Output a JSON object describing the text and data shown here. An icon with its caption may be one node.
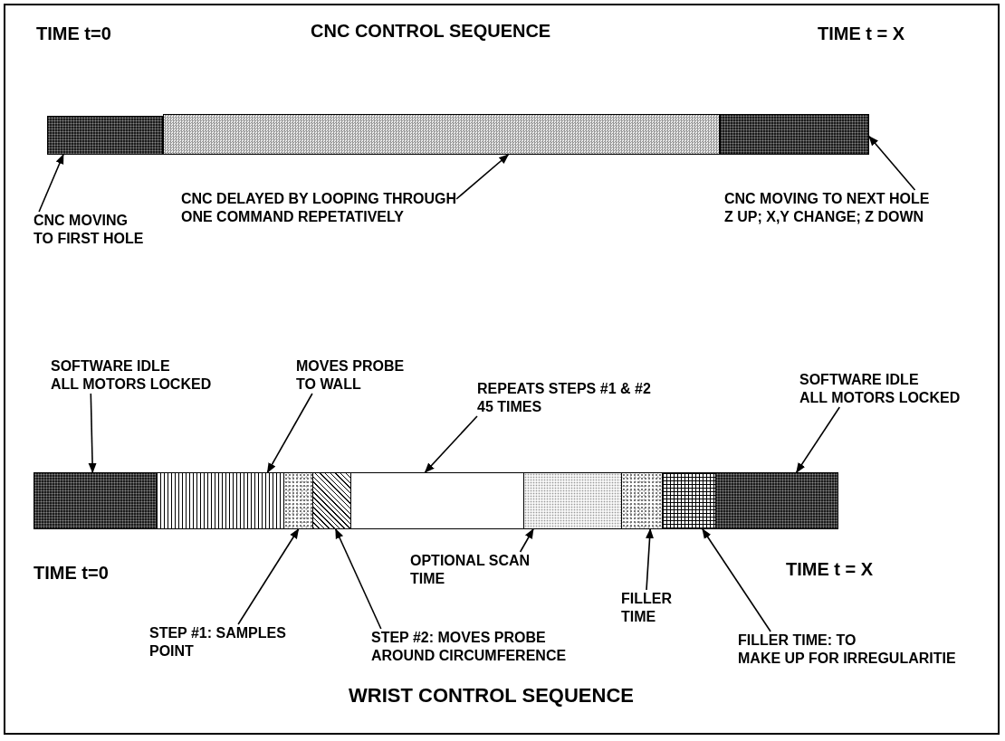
{
  "diagram": {
    "nodes": [
      {
        "text": [],
        "shape": "bar"
      },
      {
        "text": [],
        "shape": "bar"
      },
      {
        "text": [],
        "shape": "bar"
      },
      {
        "text": [
          "CNC MOVING TO FIRST HOLE"
        ]
      },
      {
        "text": [
          "CNC DELAYED BY LOOPING THROUGH ONE COMMAND REPETATIVELY"
        ]
      },
      {
        "text": [
          "CNC MOVING TO NEXT HOLE Z UP; X,Y CHANGE; Z DOWN"
        ]
      },
      {
        "text": [],
        "shape": "bar"
      },
      {
        "text": [],
        "shape": "bar"
      },
      {
        "text": [],
        "shape": "bar"
      },
      {
        "text": [],
        "shape": "bar"
      },
      {
        "text": [],
        "shape": "bar"
      },
      {
        "text": [],
        "shape": "bar"
      },
      {
        "text": [],
        "shape": "bar"
      },
      {
        "text": [],
        "shape": "bar"
      },
      {
        "text": [],
        "shape": "bar"
      },
      {
        "text": [
          "SOFTWARE IDLE ALL MOTORS LOCKED"
        ]
      },
      {
        "text": [
          "MOVES PROBE TO WALL"
        ]
      },
      {
        "text": [
          "REPEATS STEPS #1 & #2 45 TIMES"
        ]
      },
      {
        "text": [
          "SOFTWARE IDLE ALL MOTORS LOCKED"
        ]
      },
      {
        "text": [
          "OPTIONAL SCAN TIME"
        ]
      },
      {
        "text": [
          "FILLER TIME"
        ]
      },
      {
        "text": [
          "STEP #1: SAMPLES POINT"
        ]
      },
      {
        "text": [
          "STEP #2: MOVES PROBE AROUND CIRCUMFERENCE"
        ]
      },
      {
        "text": [
          "FILLER TIME: TO MAKE UP FOR IRREGULARITIE"
        ]
      }
    ],
    "edges": [
      {
        "from": 3,
        "to": 0,
        "arrow": "to"
      },
      {
        "from": 4,
        "to": 1,
        "arrow": "to"
      },
      {
        "from": 5,
        "to": 2,
        "arrow": "to"
      },
      {
        "from": 15,
        "to": 6,
        "arrow": "to"
      },
      {
        "from": 16,
        "to": 7,
        "arrow": "to"
      },
      {
        "from": 17,
        "to": 10,
        "arrow": "to"
      },
      {
        "from": 18,
        "to": 14,
        "arrow": "to"
      },
      {
        "from": 19,
        "to": 11,
        "arrow": "to"
      },
      {
        "from": 20,
        "to": 12,
        "arrow": "to"
      },
      {
        "from": 21,
        "to": 8,
        "arrow": "to"
      },
      {
        "from": 22,
        "to": 9,
        "arrow": "to"
      },
      {
        "from": 23,
        "to": 13,
        "arrow": "to"
      }
    ],
    "labels": [
      "TIME t=0",
      "CNC CONTROL SEQUENCE",
      "TIME t = X",
      "TIME t=0",
      "TIME t = X",
      "WRIST CONTROL SEQUENCE"
    ]
  }
}
